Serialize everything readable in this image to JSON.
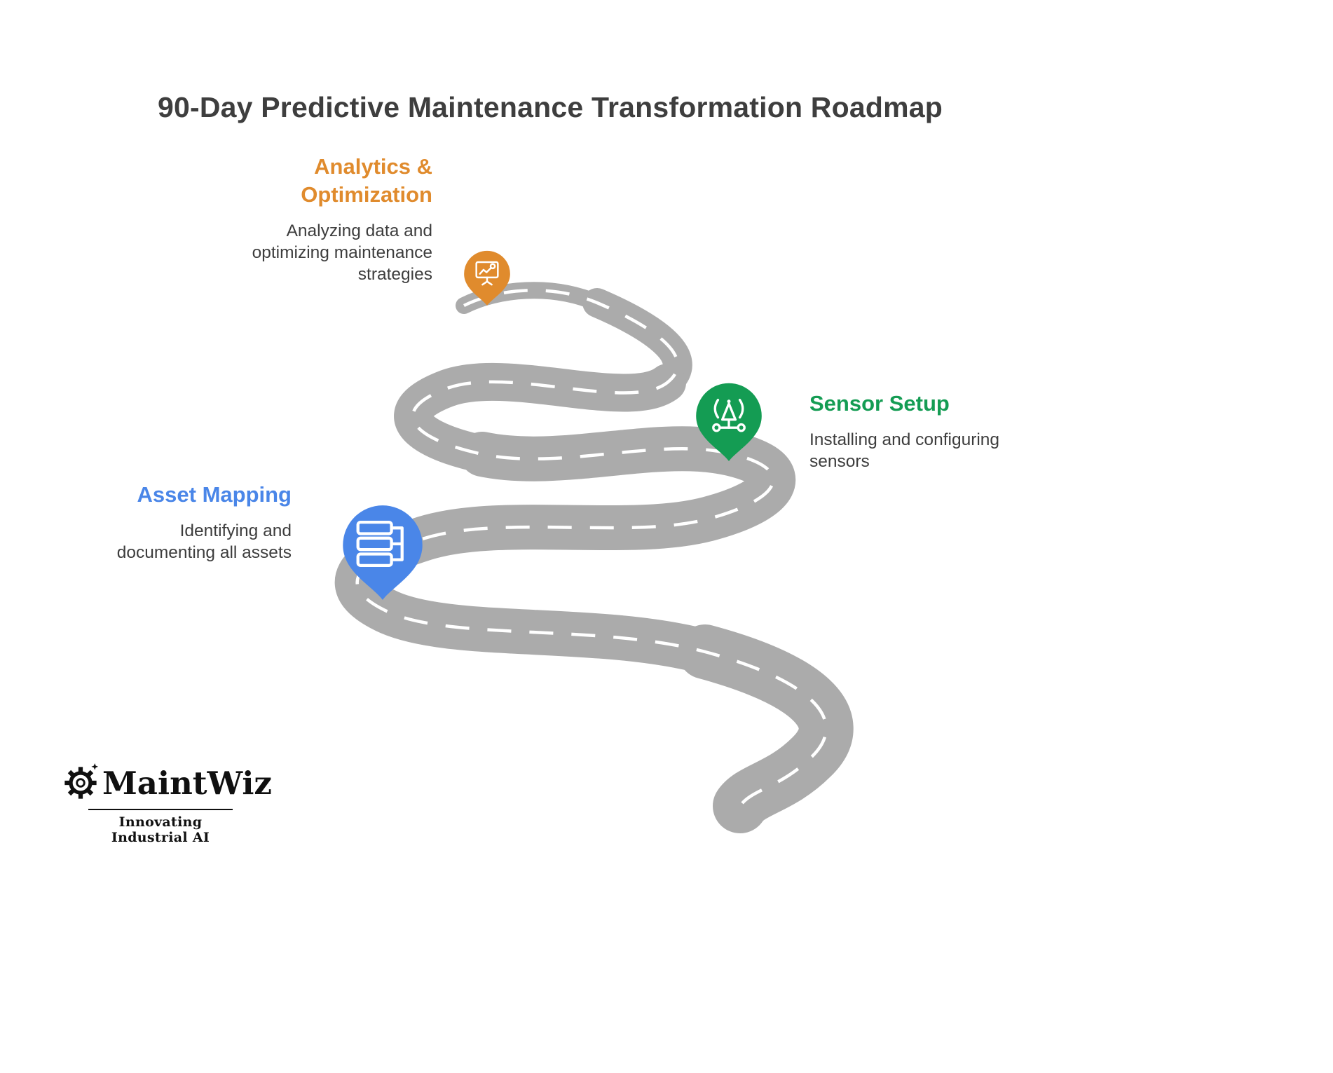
{
  "title": "90-Day Predictive Maintenance Transformation Roadmap",
  "milestones": [
    {
      "label": "Analytics & Optimization",
      "description": "Analyzing data and optimizing maintenance strategies",
      "color": "#E08B2D",
      "icon": "analytics-monitor-icon"
    },
    {
      "label": "Sensor Setup",
      "description": "Installing and configuring sensors",
      "color": "#149C53",
      "icon": "sensor-antenna-icon"
    },
    {
      "label": "Asset Mapping",
      "description": "Identifying and documenting all assets",
      "color": "#4A86E8",
      "icon": "asset-hierarchy-icon"
    }
  ],
  "road": {
    "color": "#ABABAB",
    "dash_color": "#FFFFFF"
  },
  "logo": {
    "name": "MaintWiz",
    "tagline": "Innovating Industrial AI"
  }
}
